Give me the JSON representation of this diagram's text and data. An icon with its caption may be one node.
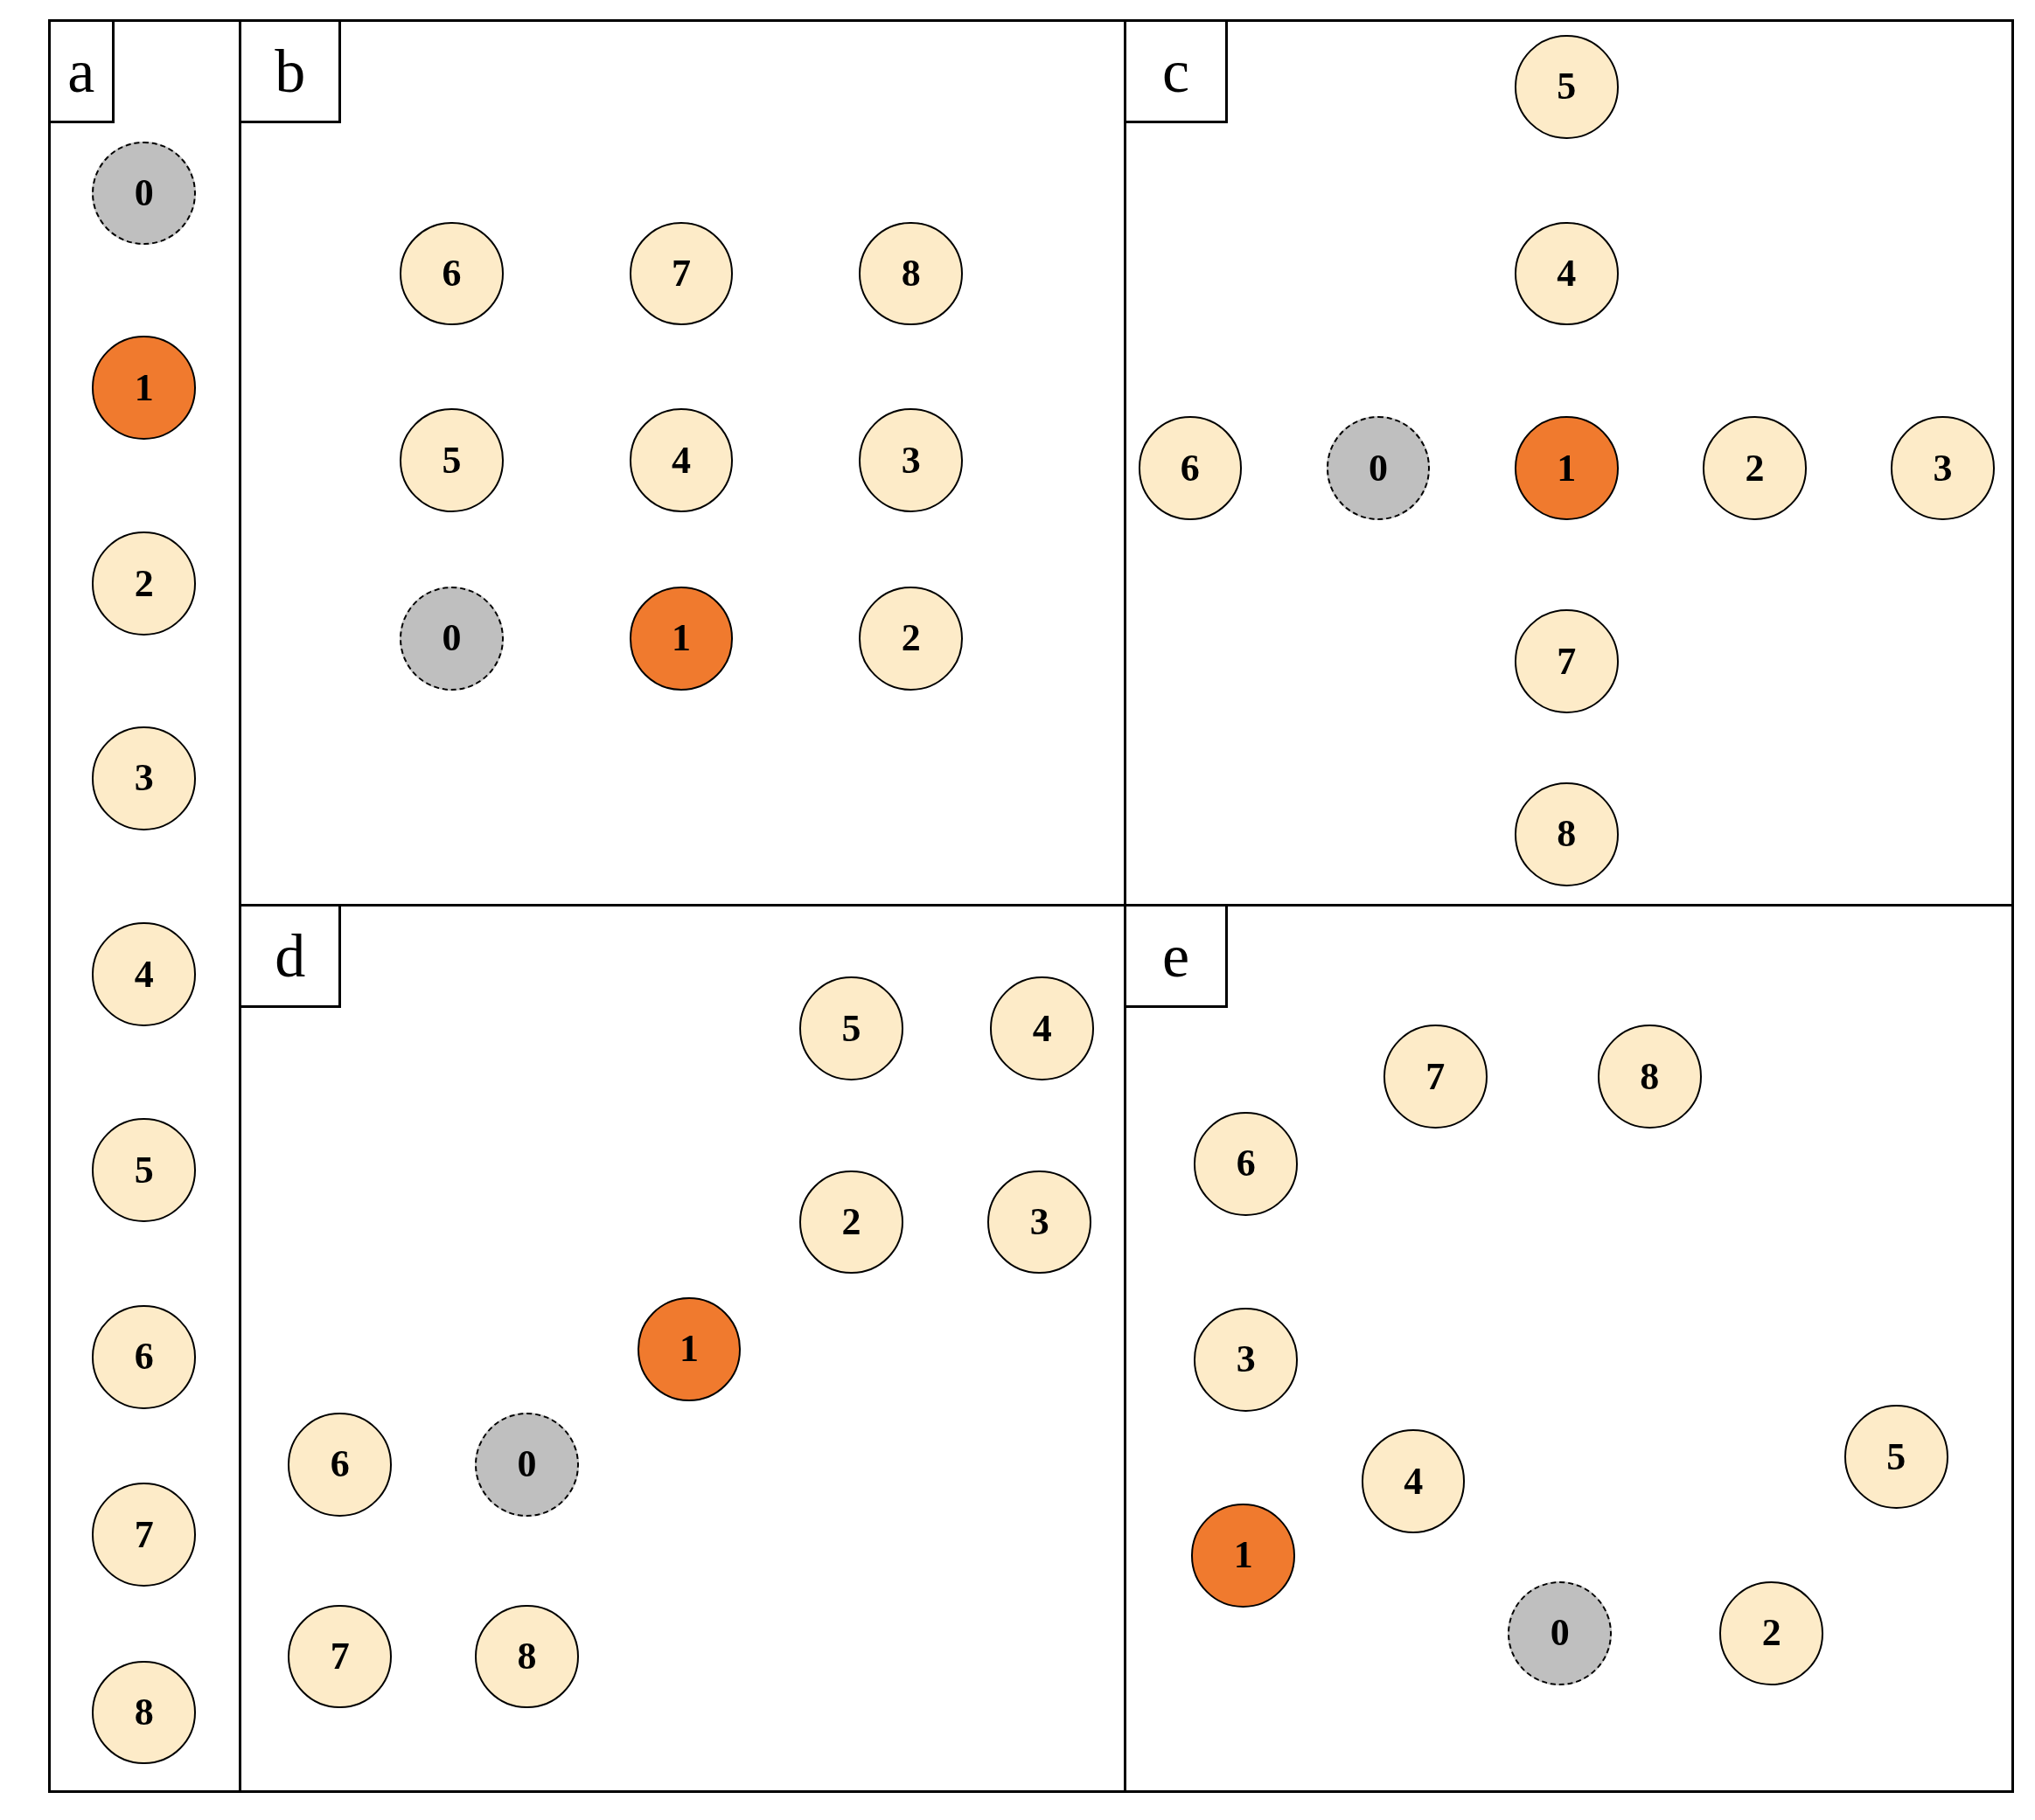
{
  "diagram": {
    "nodes": [
      {
        "text": [
          "a"
        ]
      },
      {
        "text": [
          "0"
        ],
        "in": 0
      },
      {
        "text": [
          "1"
        ],
        "in": 0
      },
      {
        "text": [
          "2"
        ],
        "in": 0
      },
      {
        "text": [
          "3"
        ],
        "in": 0
      },
      {
        "text": [
          "4"
        ],
        "in": 0
      },
      {
        "text": [
          "5"
        ],
        "in": 0
      },
      {
        "text": [
          "6"
        ],
        "in": 0
      },
      {
        "text": [
          "7"
        ],
        "in": 0
      },
      {
        "text": [
          "8"
        ],
        "in": 0
      },
      {
        "text": [
          "b"
        ]
      },
      {
        "text": [
          "0"
        ],
        "in": 10
      },
      {
        "text": [
          "1"
        ],
        "in": 10
      },
      {
        "text": [
          "2"
        ],
        "in": 10
      },
      {
        "text": [
          "3"
        ],
        "in": 10
      },
      {
        "text": [
          "4"
        ],
        "in": 10
      },
      {
        "text": [
          "5"
        ],
        "in": 10
      },
      {
        "text": [
          "6"
        ],
        "in": 10
      },
      {
        "text": [
          "7"
        ],
        "in": 10
      },
      {
        "text": [
          "8"
        ],
        "in": 10
      },
      {
        "text": [
          "c"
        ]
      },
      {
        "text": [
          "0"
        ],
        "in": 20
      },
      {
        "text": [
          "1"
        ],
        "in": 20
      },
      {
        "text": [
          "2"
        ],
        "in": 20
      },
      {
        "text": [
          "3"
        ],
        "in": 20
      },
      {
        "text": [
          "4"
        ],
        "in": 20
      },
      {
        "text": [
          "5"
        ],
        "in": 20
      },
      {
        "text": [
          "6"
        ],
        "in": 20
      },
      {
        "text": [
          "7"
        ],
        "in": 20
      },
      {
        "text": [
          "8"
        ],
        "in": 20
      },
      {
        "text": [
          "d"
        ]
      },
      {
        "text": [
          "0"
        ],
        "in": 30
      },
      {
        "text": [
          "1"
        ],
        "in": 30
      },
      {
        "text": [
          "2"
        ],
        "in": 30
      },
      {
        "text": [
          "3"
        ],
        "in": 30
      },
      {
        "text": [
          "4"
        ],
        "in": 30
      },
      {
        "text": [
          "5"
        ],
        "in": 30
      },
      {
        "text": [
          "6"
        ],
        "in": 30
      },
      {
        "text": [
          "7"
        ],
        "in": 30
      },
      {
        "text": [
          "8"
        ],
        "in": 30
      },
      {
        "text": [
          "e"
        ]
      },
      {
        "text": [
          "0"
        ],
        "in": 40
      },
      {
        "text": [
          "1"
        ],
        "in": 40
      },
      {
        "text": [
          "2"
        ],
        "in": 40
      },
      {
        "text": [
          "3"
        ],
        "in": 40
      },
      {
        "text": [
          "4"
        ],
        "in": 40
      },
      {
        "text": [
          "5"
        ],
        "in": 40
      },
      {
        "text": [
          "6"
        ],
        "in": 40
      },
      {
        "text": [
          "7"
        ],
        "in": 40
      },
      {
        "text": [
          "8"
        ],
        "in": 40
      }
    ]
  }
}
